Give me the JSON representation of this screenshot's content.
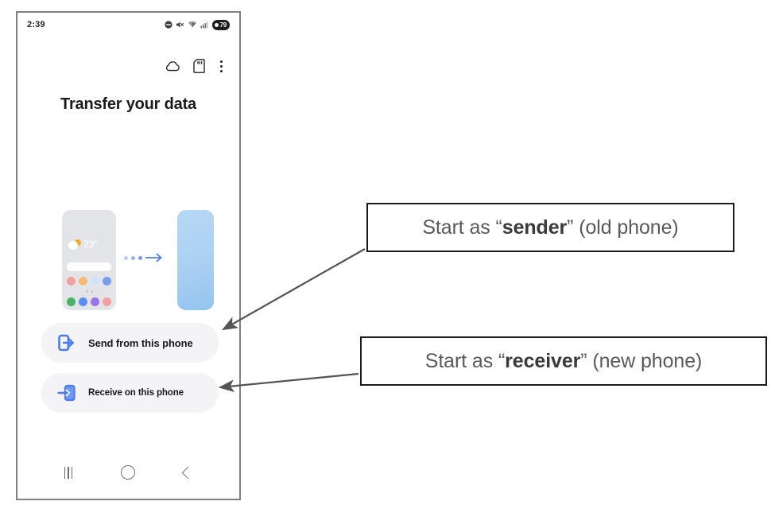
{
  "phone": {
    "status_bar": {
      "time": "2:39",
      "icons": [
        "dnd-icon",
        "mute-icon",
        "wifi-icon",
        "signal-icon",
        "battery-icon"
      ],
      "battery_level": "79"
    },
    "app_bar": {
      "icons": [
        "cloud-icon",
        "sd-card-icon",
        "overflow-menu-icon"
      ]
    },
    "title": "Transfer your data",
    "illustration": {
      "old_phone": {
        "temperature": "23°",
        "app_colors_row1": [
          "#f2a0a0",
          "#f7bc72",
          "#cfe4f8",
          "#7d9bf0"
        ],
        "app_colors_row2": [
          "#49b368",
          "#5b8ef0",
          "#9b73ea",
          "#f2a0a0"
        ],
        "background": "#e2e4e7"
      },
      "new_phone": {
        "gradient_from": "#b6d8f5",
        "gradient_to": "#93c4ee"
      },
      "transfer_dot_color": "#6b8ef0"
    },
    "buttons": [
      {
        "id": "send",
        "label": "Send from this phone",
        "icon": "send-out-icon"
      },
      {
        "id": "receive",
        "label": "Receive on this phone",
        "icon": "receive-in-icon"
      }
    ],
    "nav_bar": {
      "recents": "recents-icon",
      "home": "home-icon",
      "back": "back-icon"
    }
  },
  "annotations": [
    {
      "id": "sender",
      "prefix": "Start as “",
      "emphasis": "sender",
      "suffix": "” (old phone)"
    },
    {
      "id": "receiver",
      "prefix": "Start as “",
      "emphasis": "receiver",
      "suffix": "” (new phone)"
    }
  ],
  "colors": {
    "accent_blue": "#4a7cf0",
    "button_background": "#f4f4f6",
    "annotation_border": "#1a1a1a",
    "annotation_text": "#5a5a5a"
  }
}
